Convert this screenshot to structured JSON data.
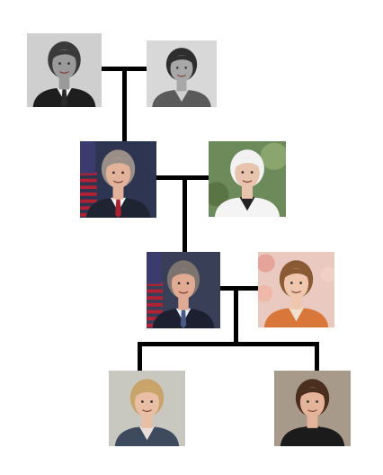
{
  "palette": {
    "line": "#000000",
    "background": "#ffffff",
    "flag_red": "#b22234",
    "flag_blue": "#3c3b6e",
    "blazer_orange": "#d9773a"
  },
  "generations": [
    {
      "couple": [
        {
          "icon": "grandfather-bw-portrait",
          "style": "bw",
          "bg": "#cfcfcf",
          "skin": "#9a9a9a",
          "hair": "#3a3a3a",
          "suit": "#1e1e1e",
          "shirt": "#f0f0f0",
          "tie": "#2a2a2a"
        },
        {
          "icon": "grandmother-bw-portrait",
          "style": "bw",
          "bg": "#d8d8d8",
          "skin": "#a8a8a8",
          "hair": "#2e2e2e",
          "suit": "#5a5a5a",
          "shirt": "#cfcfcf",
          "tie": null
        }
      ]
    },
    {
      "couple": [
        {
          "icon": "man-with-flag-portrait",
          "style": "flag",
          "bg": "#2d3550",
          "skin": "#e2b29a",
          "hair": "#9a8f88",
          "suit": "#1f2433",
          "shirt": "#f5f5f5",
          "tie": "#a8232f"
        },
        {
          "icon": "woman-white-hair-portrait",
          "style": "garden",
          "bg": "#6d8a5a",
          "skin": "#e8c3ad",
          "hair": "#f2f2f2",
          "suit": "#f4f4f4",
          "shirt": "#222222",
          "tie": null
        }
      ]
    },
    {
      "couple": [
        {
          "icon": "man-with-flag-portrait",
          "style": "flag",
          "bg": "#3a3f58",
          "skin": "#e0ab92",
          "hair": "#7d7470",
          "suit": "#1c2030",
          "shirt": "#e8eef8",
          "tie": "#4a5a86"
        },
        {
          "icon": "woman-orange-blazer-portrait",
          "style": "flowers",
          "bg": "#e9c9c0",
          "skin": "#eec7ae",
          "hair": "#8a5a34",
          "suit": "#d9773a",
          "shirt": "#f0e0d0",
          "tie": null
        }
      ]
    },
    {
      "children": [
        {
          "icon": "young-woman-blonde-portrait",
          "style": "studio",
          "bg": "#c8c8c0",
          "skin": "#e8bfa5",
          "hair": "#c9a46a",
          "suit": "#3e4a5e",
          "shirt": "#e8e0d8",
          "tie": null
        },
        {
          "icon": "young-woman-brunette-portrait",
          "style": "studio",
          "bg": "#a89a8a",
          "skin": "#e3b49a",
          "hair": "#4a2e1e",
          "suit": "#1b1b1b",
          "shirt": "#1b1b1b",
          "tie": null
        }
      ]
    }
  ]
}
